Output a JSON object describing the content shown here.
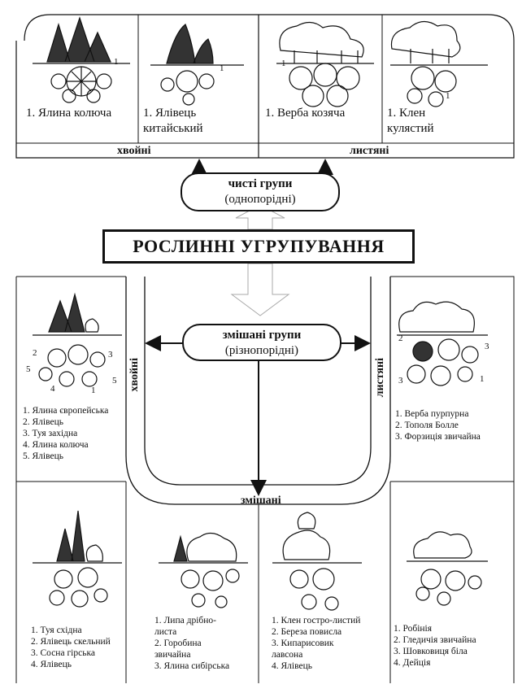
{
  "title": "РОСЛИННІ УГРУПУВАННЯ",
  "pure": {
    "line1": "чисті групи",
    "line2": "(однопорідні)"
  },
  "mixed": {
    "line1": "змішані групи",
    "line2": "(різнопорідні)"
  },
  "labels": {
    "conifer": "хвойні",
    "deciduous": "листяні",
    "mixed": "змішані"
  },
  "top_examples": [
    "1. Ялина колюча",
    "1. Ялівець китайський",
    "1. Верба козяча",
    "1. Клен кулястий"
  ],
  "conifer_mix": [
    "1. Ялина європейська",
    "2. Ялівець",
    "3. Туя західна",
    "4. Ялина колюча",
    "5. Ялівець"
  ],
  "deciduous_mix": [
    "1. Верба пурпурна",
    "2. Тополя Болле",
    "3.  Форзиція звичайна"
  ],
  "bottom": [
    [
      "1. Туя східна",
      "2. Ялівець скельний",
      "3. Сосна гірська",
      "4. Ялівець"
    ],
    [
      "1. Липа дрібно-листа",
      "2. Горобина звичайна",
      "3. Ялина сибірська"
    ],
    [
      "1. Клен гостро-листий",
      "2. Береза повисла",
      "3. Кипарисовик лавсона",
      "4. Ялівець"
    ],
    [
      "1. Робінія",
      "2. Гледичія звичайна",
      "3. Шовковиця біла",
      "4. Дейція"
    ]
  ],
  "plan_numbers": {
    "top": [
      "1",
      "1",
      "1",
      "1"
    ],
    "left": [
      "2",
      "3",
      "5",
      "5",
      "4",
      "1"
    ],
    "right": [
      "2",
      "3",
      "3",
      "1"
    ]
  }
}
